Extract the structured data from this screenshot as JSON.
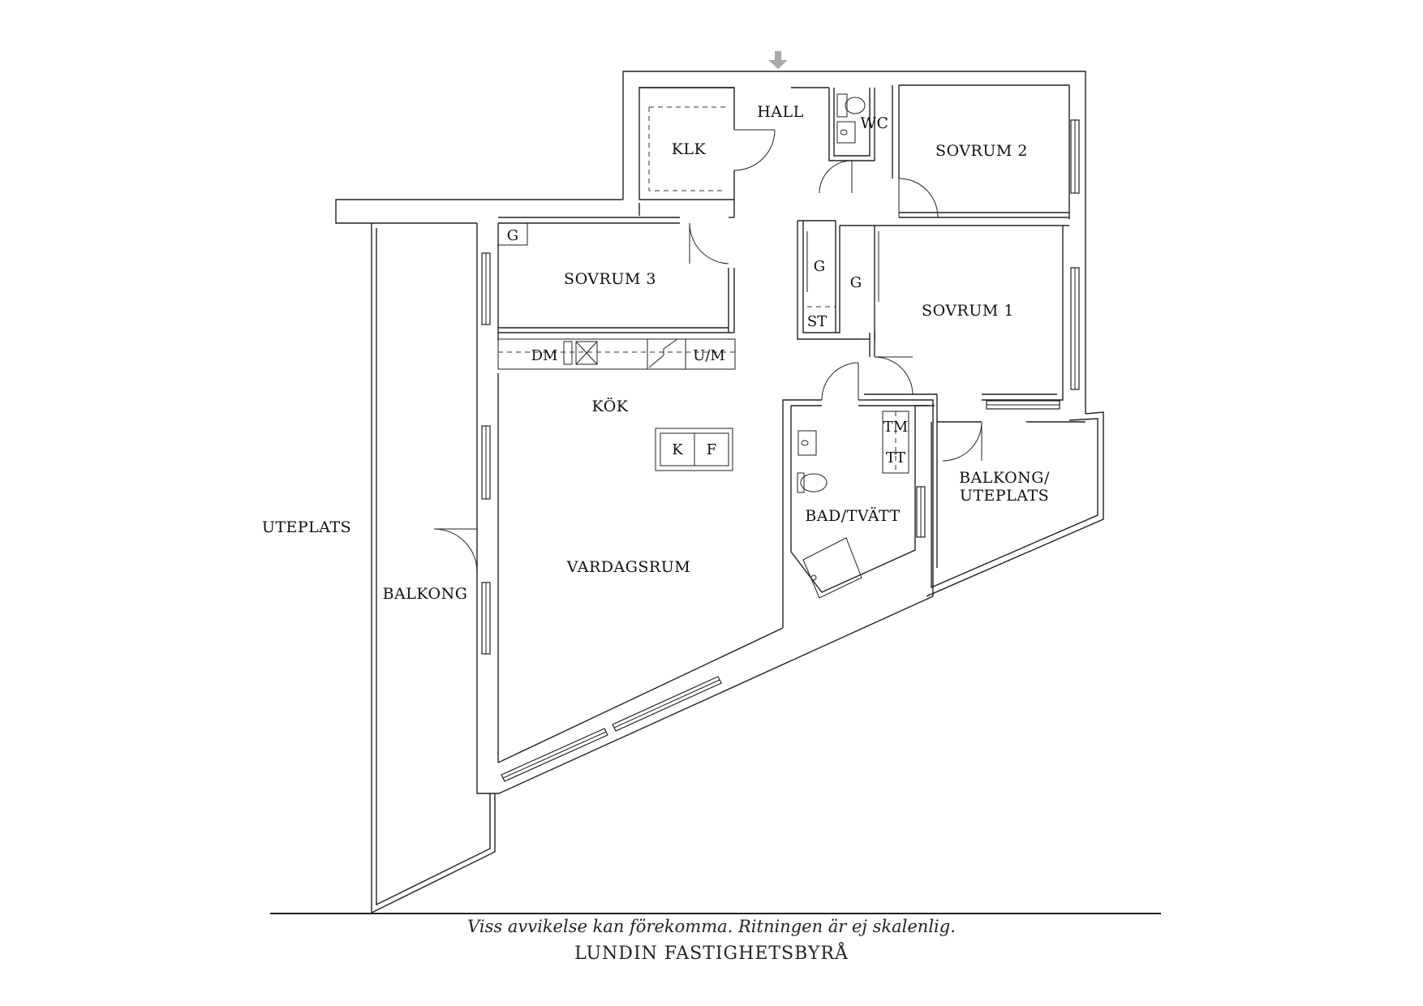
{
  "rooms": {
    "hall": "HALL",
    "klk": "KLK",
    "wc": "WC",
    "sovrum2": "SOVRUM 2",
    "sovrum3": "SOVRUM 3",
    "sovrum1": "SOVRUM 1",
    "kok": "KÖK",
    "vardagsrum": "VARDAGSRUM",
    "bad_tvatt": "BAD/TVÄTT",
    "balkong": "BALKONG",
    "uteplats": "UTEPLATS",
    "balkong_uteplats_1": "BALKONG/",
    "balkong_uteplats_2": "UTEPLATS"
  },
  "fixtures": {
    "g1": "G",
    "g2": "G",
    "g3": "G",
    "st": "ST",
    "dm": "DM",
    "um": "U/M",
    "k": "K",
    "f": "F",
    "tm": "TM",
    "tt": "TT"
  },
  "footer": {
    "disclaimer": "Viss avvikelse kan förekomma. Ritningen är ej skalenlig.",
    "brand": "LUNDIN FASTIGHETSBYRÅ"
  }
}
